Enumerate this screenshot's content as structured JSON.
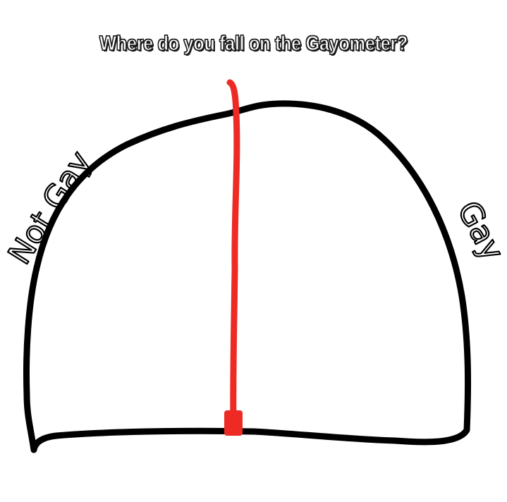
{
  "title": "Where do you fall on the Gayometer?",
  "labels": {
    "left": "Not Gay",
    "right": "Gay"
  },
  "meter": {
    "position": 0.45
  },
  "colors": {
    "outline": "#000000",
    "needle": "#ee2a24",
    "title_fill": "#ffffff",
    "title_outline": "#1a1a1a"
  }
}
